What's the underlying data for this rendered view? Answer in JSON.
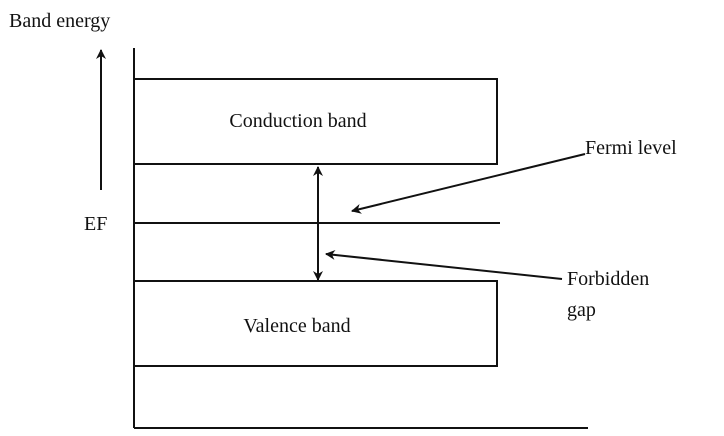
{
  "labels": {
    "axis_title": "Band energy",
    "fermi_marker": "EF",
    "conduction_band": "Conduction band",
    "valence_band": "Valence band",
    "fermi_level": "Fermi level",
    "forbidden_gap_line1": "Forbidden",
    "forbidden_gap_line2": "gap"
  },
  "colors": {
    "stroke": "#111111",
    "background": "#ffffff"
  }
}
